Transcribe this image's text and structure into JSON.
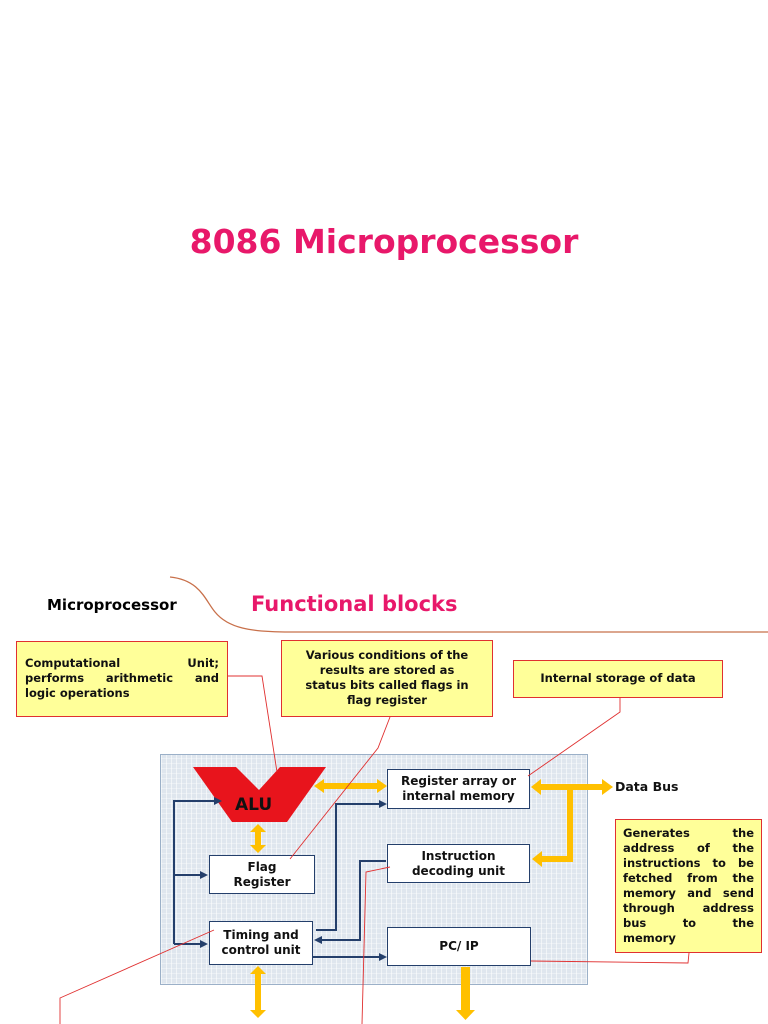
{
  "title": "8086 Microprocessor",
  "header": {
    "left": "Microprocessor",
    "right": "Functional blocks"
  },
  "callouts": {
    "computational": [
      "Computational Unit;",
      "performs arithmetic and",
      "logic operations"
    ],
    "flags": [
      "Various conditions of the",
      "results are stored as",
      "status bits called flags in",
      "flag register"
    ],
    "internal_storage": "Internal storage of data",
    "address": [
      "Generates the",
      "address of the",
      "instructions to be",
      "fetched from the",
      "memory and send",
      "through address",
      "bus to the",
      "memory"
    ]
  },
  "blocks": {
    "alu": "ALU",
    "register_array": [
      "Register array or",
      "internal memory"
    ],
    "flag_register": [
      "Flag",
      "Register"
    ],
    "instruction_decoding": [
      "Instruction",
      "decoding unit"
    ],
    "timing_control": [
      "Timing and",
      "control unit"
    ],
    "pc_ip": "PC/ IP"
  },
  "data_bus": "Data Bus",
  "colors": {
    "title": "#e8186a",
    "callout_bg": "#ffff99",
    "alu": "#e8141c",
    "bus_arrow": "#ffc000",
    "connector": "#243f6b"
  }
}
